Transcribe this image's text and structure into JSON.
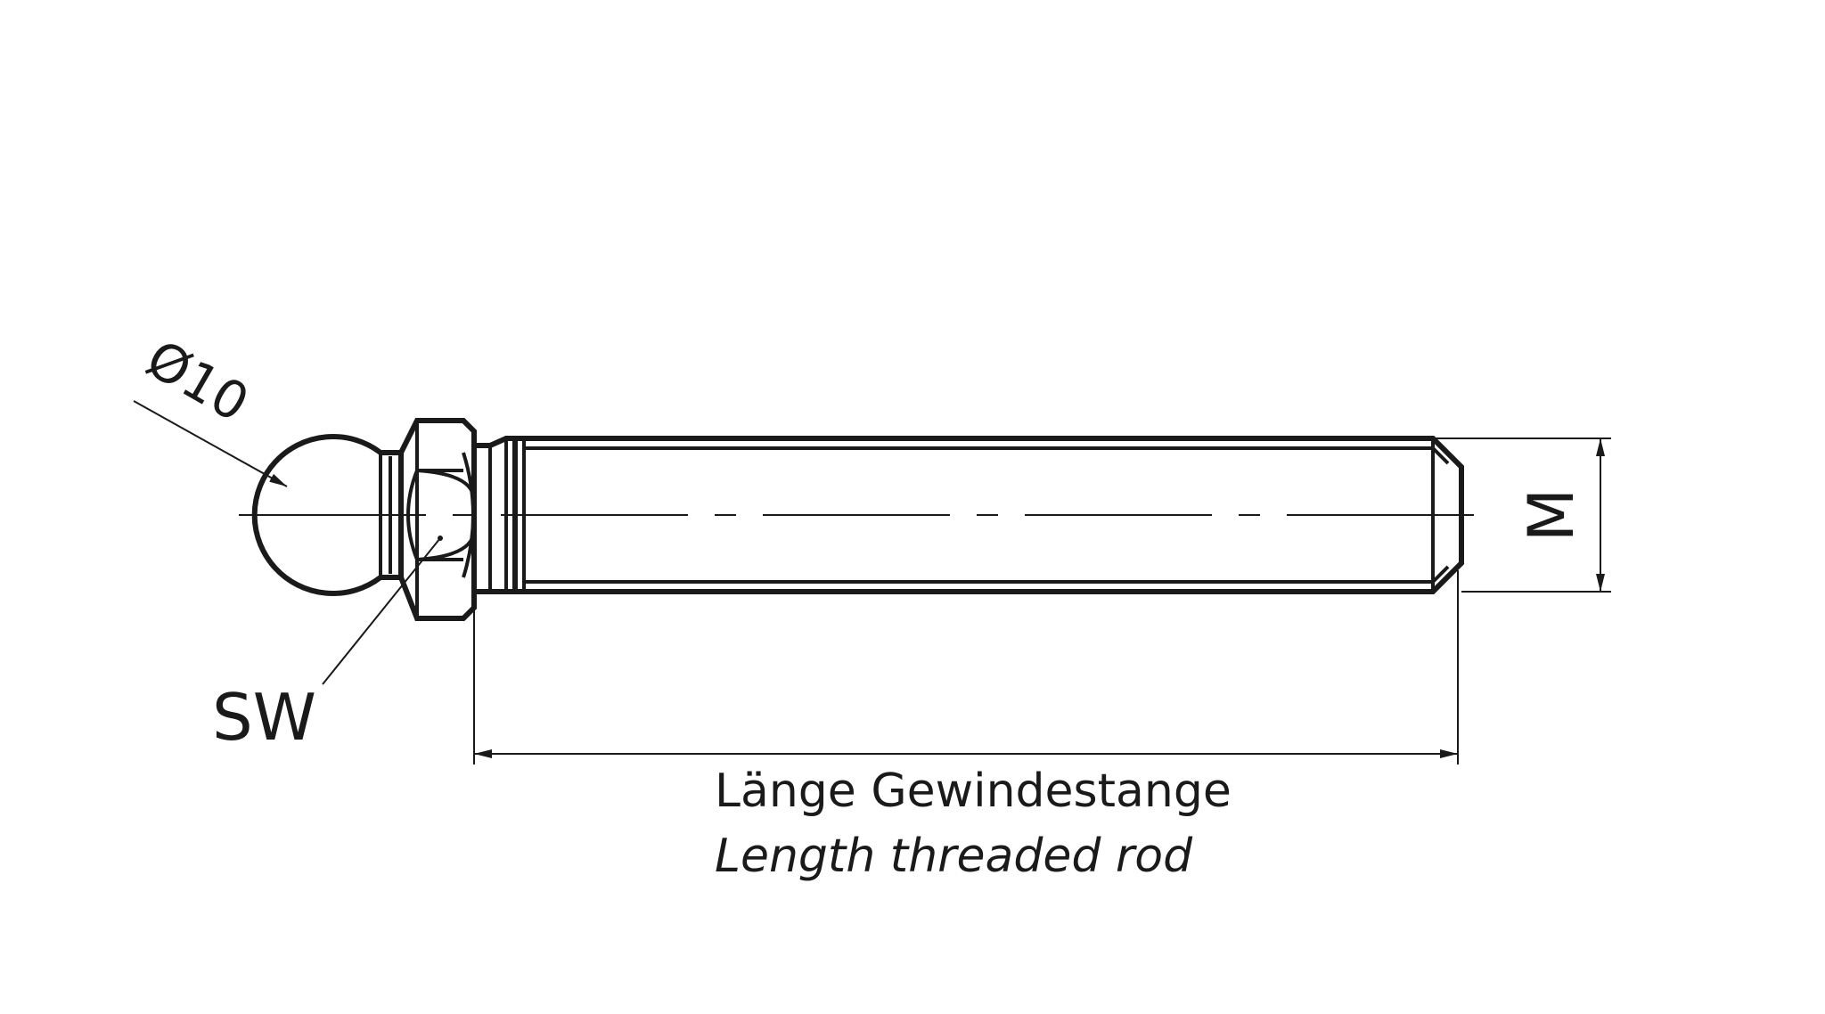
{
  "labels": {
    "diameter": "Ø10",
    "wrench_size": "SW",
    "thread": "M",
    "length_de": "Länge Gewindestange",
    "length_en": "Length threaded rod"
  }
}
